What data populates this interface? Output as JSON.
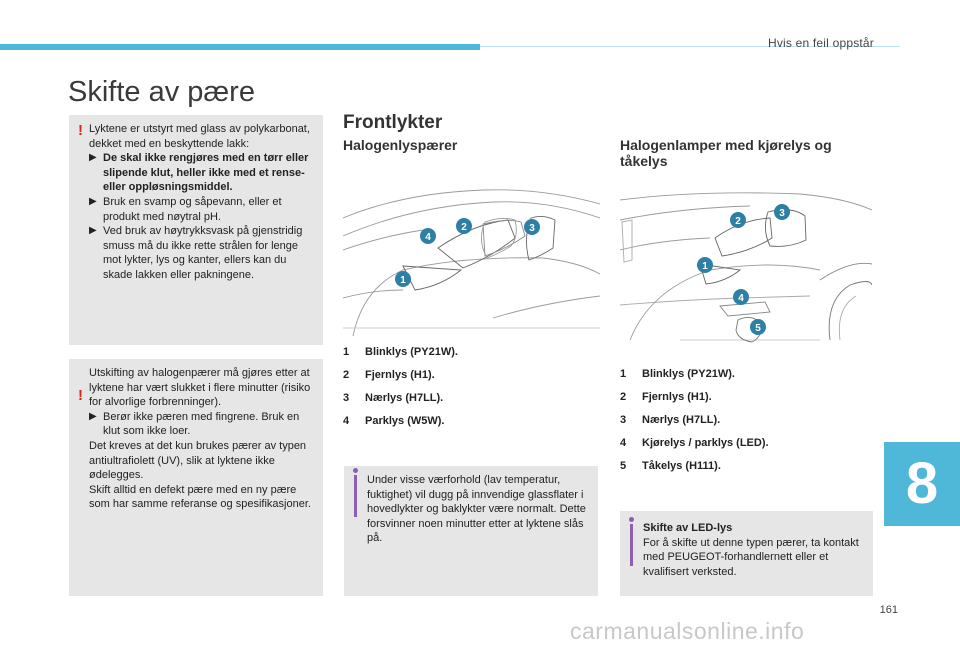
{
  "header": {
    "section_title": "Hvis en feil oppstår"
  },
  "page_title": "Skifte av pære",
  "warning1": {
    "intro": "Lyktene er utstyrt med glass av polykarbonat, dekket med en beskyttende lakk:",
    "bullets": [
      "De skal ikke rengjøres med en tørr eller slipende klut, heller ikke med et rense- eller oppløsningsmiddel.",
      "Bruk en svamp og såpevann, eller et produkt med nøytral pH.",
      "Ved bruk av høytrykksvask på gjenstridig smuss må du ikke rette strålen for lenge mot lykter, lys og kanter, ellers kan du skade lakken eller pakningene."
    ]
  },
  "warning2": {
    "intro": "Utskifting av halogenpærer må gjøres etter at lyktene har vært slukket i flere minutter (risiko for alvorlige forbrenninger).",
    "bullet": "Berør ikke pæren med fingrene. Bruk en klut som ikke loer.",
    "text2": "Det kreves at det kun brukes pærer av typen antiultrafiolett (UV), slik at lyktene ikke ødelegges.",
    "text3": "Skift alltid en defekt pære med en ny pære som har samme referanse og spesifikasjoner."
  },
  "front": {
    "heading": "Frontlykter",
    "halogen_heading": "Halogenlyspærer",
    "list": [
      {
        "num": "1",
        "label": "Blinklys (PY21W)."
      },
      {
        "num": "2",
        "label": "Fjernlys (H1)."
      },
      {
        "num": "3",
        "label": "Nærlys (H7LL)."
      },
      {
        "num": "4",
        "label": "Parklys (W5W)."
      }
    ],
    "info": "Under visse værforhold (lav temperatur, fuktighet) vil dugg på innvendige glassflater i hovedlykter og baklykter være normalt. Dette forsvinner noen minutter etter at lyktene slås på."
  },
  "fog": {
    "heading": "Halogenlamper med kjørelys og tåkelys",
    "list": [
      {
        "num": "1",
        "label": "Blinklys (PY21W)."
      },
      {
        "num": "2",
        "label": "Fjernlys (H1)."
      },
      {
        "num": "3",
        "label": "Nærlys (H7LL)."
      },
      {
        "num": "4",
        "label": "Kjørelys / parklys (LED)."
      },
      {
        "num": "5",
        "label": "Tåkelys (H111)."
      }
    ],
    "info_title": "Skifte av LED-lys",
    "info_text": "For å skifte ut denne typen pærer, ta kontakt med PEUGEOT-forhandlernett eller et kvalifisert verksted."
  },
  "illus_left": {
    "badges": [
      "1",
      "2",
      "3",
      "4"
    ]
  },
  "illus_right": {
    "badges": [
      "1",
      "2",
      "3",
      "4",
      "5"
    ]
  },
  "chapter_number": "8",
  "page_number": "161",
  "watermark": "carmanualsonline.info",
  "colors": {
    "accent": "#4fb8d9",
    "badge": "#2e7fa6",
    "warning": "#d9261c",
    "info": "#8e5fb0",
    "box_bg": "#e6e6e6"
  }
}
